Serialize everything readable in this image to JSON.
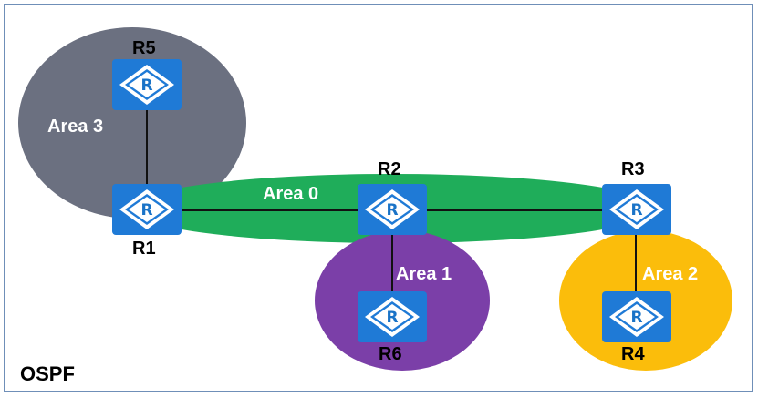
{
  "protocol": "OSPF",
  "areas": [
    {
      "id": "area-3",
      "label": "Area 3",
      "color": "#6b7080"
    },
    {
      "id": "area-0",
      "label": "Area 0",
      "color": "#1fad5a"
    },
    {
      "id": "area-1",
      "label": "Area 1",
      "color": "#7b3fa8"
    },
    {
      "id": "area-2",
      "label": "Area 2",
      "color": "#fbbd0b"
    }
  ],
  "routers": [
    {
      "id": "R1",
      "label": "R1",
      "glyph": "R"
    },
    {
      "id": "R2",
      "label": "R2",
      "glyph": "R"
    },
    {
      "id": "R3",
      "label": "R3",
      "glyph": "R"
    },
    {
      "id": "R4",
      "label": "R4",
      "glyph": "R"
    },
    {
      "id": "R5",
      "label": "R5",
      "glyph": "R"
    },
    {
      "id": "R6",
      "label": "R6",
      "glyph": "R"
    }
  ],
  "links": [
    {
      "from": "R5",
      "to": "R1"
    },
    {
      "from": "R1",
      "to": "R2"
    },
    {
      "from": "R2",
      "to": "R3"
    },
    {
      "from": "R2",
      "to": "R6"
    },
    {
      "from": "R3",
      "to": "R4"
    }
  ],
  "colors": {
    "router_fill": "#1f7ad6",
    "router_diamond": "#ffffff",
    "link": "#111111",
    "border": "#6f8fb8"
  }
}
